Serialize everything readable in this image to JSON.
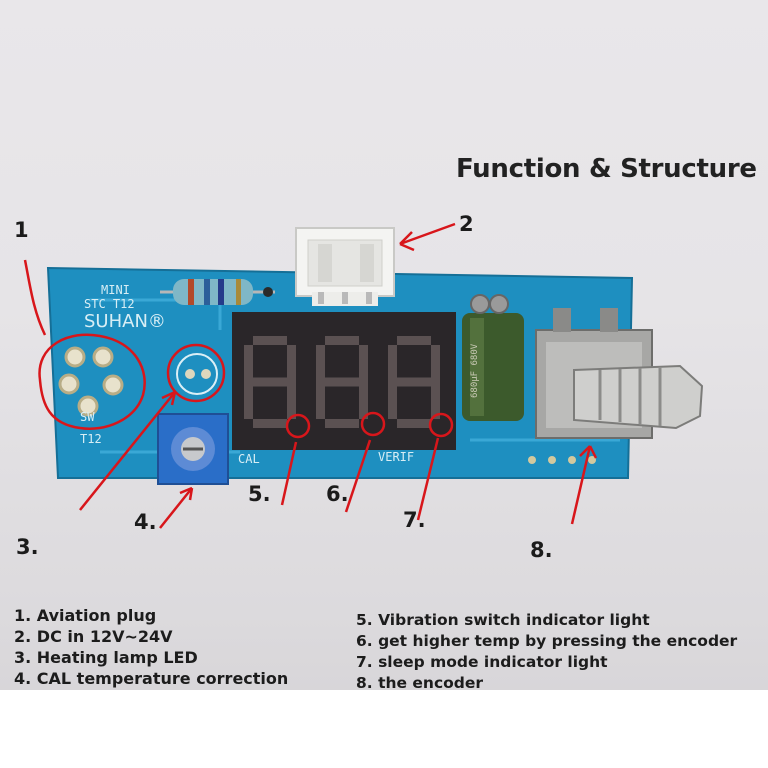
{
  "heading": "Function & Structure",
  "callouts": [
    "1",
    "2",
    "3.",
    "4.",
    "5.",
    "6.",
    "7.",
    "8."
  ],
  "legend_left": [
    "1. Aviation plug",
    "2. DC in 12V~24V",
    "3. Heating lamp LED",
    "4. CAL temperature correction"
  ],
  "legend_right": [
    "5. Vibration switch  indicator light",
    "6. get higher temp by pressing the encoder",
    "7. sleep mode indicator light",
    "8. the encoder"
  ],
  "board": {
    "brand_line1": "MINI",
    "brand_line2": "STC T12",
    "brand_line3": "SUHAN®",
    "plug_label": "T12",
    "sw_label": "SW",
    "cal_label": "CAL",
    "verif_label": "VERIF",
    "cap_label": "680μF 680V",
    "display_digits": "888"
  },
  "colors": {
    "pcb": "#1e8fc0",
    "annotation_red": "#d8161b",
    "display_bg": "#2a2629",
    "segment_off": "#5b5152"
  }
}
